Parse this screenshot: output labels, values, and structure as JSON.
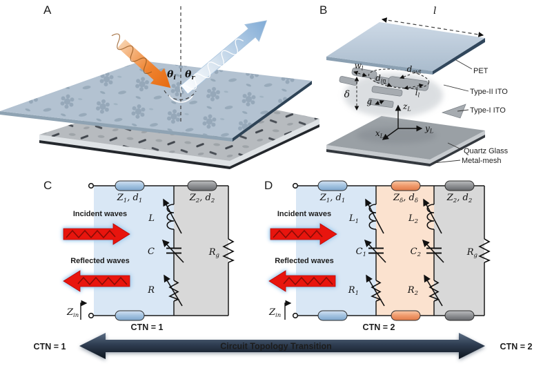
{
  "colors": {
    "region_blue": "#d9e7f5",
    "region_gray": "#d8d8d8",
    "region_orange": "#fbe2cf",
    "wave_red": "#e8150e",
    "incident_orange": "#e87420",
    "reflected_blue": "#7fa9d4",
    "transition_navy": "#223246"
  },
  "panelA": {
    "label": "A",
    "theta_i": {
      "m": "θ",
      "s": "i"
    },
    "theta_r": {
      "m": "θ",
      "s": "r"
    }
  },
  "panelB": {
    "label": "B",
    "period": "l",
    "width_l": {
      "m": "w",
      "s": "l"
    },
    "d_in": {
      "m": "d",
      "s": "in"
    },
    "d_out": {
      "m": "d",
      "s": "out"
    },
    "length_l": {
      "m": "l",
      "s": "l"
    },
    "gap": "g",
    "delta": "δ",
    "axis_x": {
      "m": "x",
      "s": "L"
    },
    "axis_y": {
      "m": "y",
      "s": "L"
    },
    "axis_z": {
      "m": "z",
      "s": "L"
    },
    "layers": [
      "PET",
      "Type-II ITO",
      "Type-I ITO",
      "Quartz Glass",
      "Metal-mesh"
    ]
  },
  "panelC": {
    "label": "C",
    "incident": "Incident waves",
    "reflected": "Reflected waves",
    "tline1": {
      "m": "Z",
      "s": "1",
      "m2": ", d",
      "s2": "1"
    },
    "tline2": {
      "m": "Z",
      "s": "2",
      "m2": ", d",
      "s2": "2"
    },
    "inductor": "L",
    "capacitor": "C",
    "resistor": "R",
    "rg": {
      "m": "R",
      "s": "g"
    },
    "zin": {
      "m": "Z",
      "s": "in"
    },
    "ctn": "CTN = 1"
  },
  "panelD": {
    "label": "D",
    "incident": "Incident waves",
    "reflected": "Reflected waves",
    "tline1": {
      "m": "Z",
      "s": "1",
      "m2": ", d",
      "s2": "1"
    },
    "tline_delta": {
      "m": "Z",
      "s": "δ",
      "m2": ", d",
      "s2": "δ"
    },
    "tline2": {
      "m": "Z",
      "s": "2",
      "m2": ", d",
      "s2": "2"
    },
    "l1": {
      "m": "L",
      "s": "1"
    },
    "c1": {
      "m": "C",
      "s": "1"
    },
    "r1": {
      "m": "R",
      "s": "1"
    },
    "l2": {
      "m": "L",
      "s": "2"
    },
    "c2": {
      "m": "C",
      "s": "2"
    },
    "r2": {
      "m": "R",
      "s": "2"
    },
    "rg": {
      "m": "R",
      "s": "g"
    },
    "zin": {
      "m": "Z",
      "s": "in"
    },
    "ctn": "CTN = 2"
  },
  "footer": {
    "left": "CTN = 1",
    "center": "Circuit Topology Transition",
    "right": "CTN = 2"
  }
}
